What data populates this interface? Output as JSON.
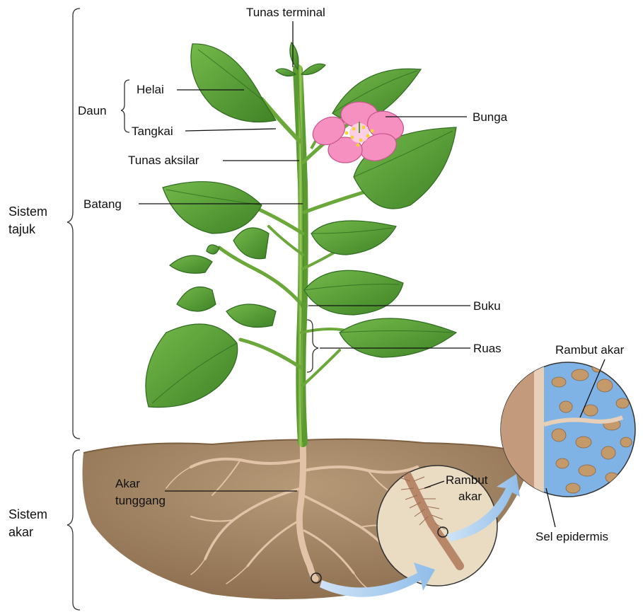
{
  "labels": {
    "tunas_terminal": "Tunas terminal",
    "helai": "Helai",
    "daun": "Daun",
    "tangkai": "Tangkai",
    "tunas_aksilar": "Tunas aksilar",
    "batang": "Batang",
    "bunga": "Bunga",
    "buku": "Buku",
    "ruas": "Ruas",
    "sistem_tajuk": [
      "Sistem",
      "tajuk"
    ],
    "sistem_akar": [
      "Sistem",
      "akar"
    ],
    "akar_tunggang": [
      "Akar",
      "tunggang"
    ],
    "rambut_akar_small": [
      "Rambut",
      "akar"
    ],
    "rambut_akar_large": "Rambut akar",
    "sel_epidermis": "Sel epidermis"
  },
  "colors": {
    "leaf_fill": "#5fa838",
    "leaf_dark": "#3d7f25",
    "stem": "#7cb843",
    "soil": "#a58866",
    "soil_dark": "#8b6d4e",
    "root": "#d9b89c",
    "petal": "#f07fb4",
    "arrow": "#a9cdf0",
    "cell_blue": "#7fb3e6",
    "particle": "#c59a6a"
  }
}
